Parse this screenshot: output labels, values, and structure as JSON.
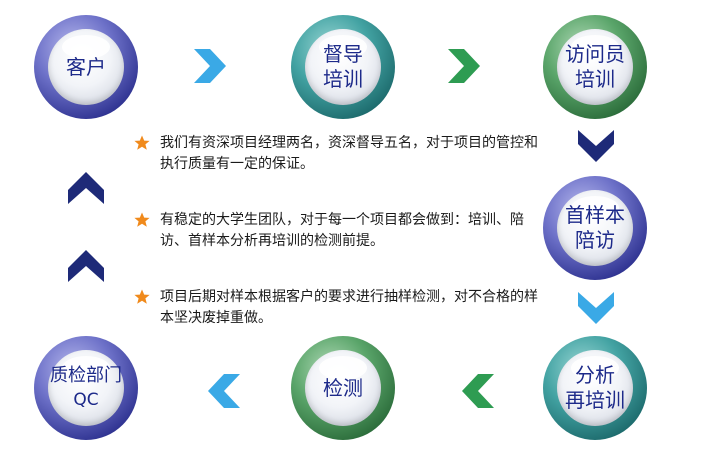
{
  "nodes": [
    {
      "id": "client",
      "lines": [
        "客户"
      ]
    },
    {
      "id": "supervisor-training",
      "lines": [
        "督导",
        "培训"
      ]
    },
    {
      "id": "interviewer-training",
      "lines": [
        "访问员",
        "培训"
      ]
    },
    {
      "id": "first-sample-accompany",
      "lines": [
        "首样本",
        "陪访"
      ]
    },
    {
      "id": "analysis-retraining",
      "lines": [
        "分析",
        "再培训"
      ]
    },
    {
      "id": "inspection",
      "lines": [
        "检测"
      ]
    },
    {
      "id": "qc-department",
      "lines": [
        "质检部门",
        "QC"
      ]
    }
  ],
  "bullets": [
    "我们有资深项目经理两名，资深督导五名，对于项目的管控和执行质量有一定的保证。",
    "有稳定的大学生团队，对于每一个项目都会做到：培训、陪访、首样本分析再培训的检测前提。",
    "项目后期对样本根据客户的要求进行抽样检测，对不合格的样本坚决废掉重做。"
  ],
  "colors": {
    "node_text": "#1d2a8a",
    "star": "#f08a1c",
    "arrow_light_blue": "#3aa9e6",
    "arrow_green": "#2e9c52",
    "arrow_navy": "#1e2a78"
  }
}
